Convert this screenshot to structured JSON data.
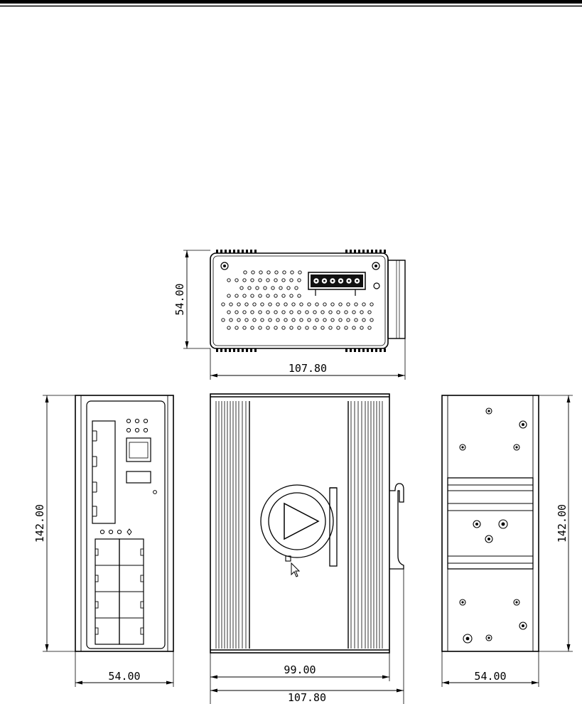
{
  "diagram": {
    "colors": {
      "line": "#000000",
      "background": "#ffffff"
    },
    "top_view": {
      "height_label": "54.00",
      "width_label": "107.80"
    },
    "front_view": {
      "width_label": "54.00",
      "height_label": "142.00"
    },
    "side_view": {
      "inner_width_label": "99.00",
      "outer_width_label": "107.80",
      "logo_icon": "play-logo-icon"
    },
    "rear_view": {
      "width_label": "54.00",
      "height_label": "142.00"
    }
  }
}
